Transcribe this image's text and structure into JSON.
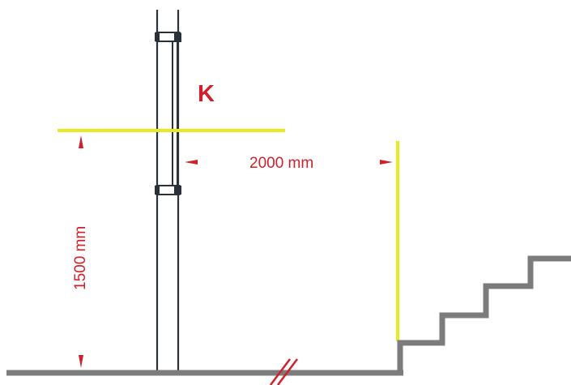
{
  "labels": {
    "marker": "K",
    "horizontal_dimension": "2000 mm",
    "vertical_dimension": "1500 mm"
  },
  "colors": {
    "accent_red": "#d0202a",
    "line_yellow": "#e6ea1e",
    "ground_gray": "#7c7c7c",
    "door_dark": "#2b3138"
  }
}
